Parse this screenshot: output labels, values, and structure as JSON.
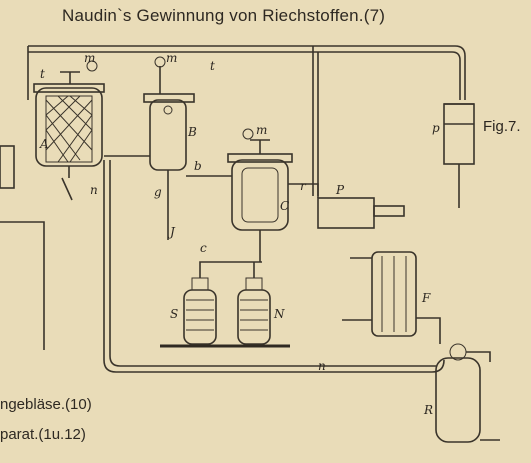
{
  "page_title": "Naudin`s Gewinnung von Riechstoffen.(7)",
  "figure_label": "Fig.7.",
  "side_captions": [
    "ngebläse.(10)",
    "parat.(1u.12)"
  ],
  "part_labels": {
    "A": "A",
    "B": "B",
    "C": "C",
    "P": "P",
    "F": "F",
    "N": "N",
    "S": "S",
    "R": "R",
    "p": "p",
    "r": "r",
    "n1": "n",
    "n2": "n",
    "c": "c",
    "g": "g",
    "J": "J",
    "t1": "t",
    "t2": "t",
    "m1": "m",
    "m2": "m",
    "m3": "m",
    "b": "b"
  }
}
